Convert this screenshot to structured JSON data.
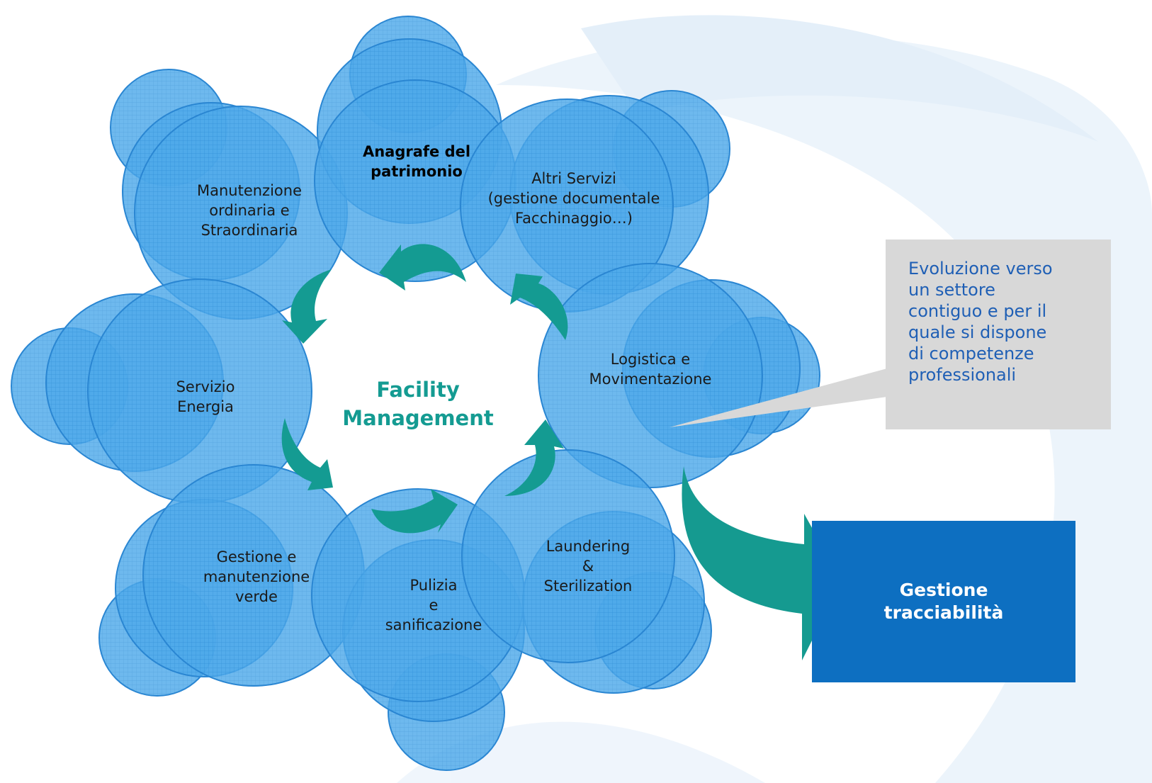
{
  "center": {
    "line1": "Facility",
    "line2": "Management"
  },
  "services": [
    {
      "id": "anagrafe",
      "lines": [
        "Anagrafe del",
        "patrimonio"
      ],
      "bold": true
    },
    {
      "id": "altri-servizi",
      "lines": [
        "Altri Servizi",
        "(gestione documentale",
        "Facchinaggio…)"
      ]
    },
    {
      "id": "logistica",
      "lines": [
        "Logistica e",
        "Movimentazione"
      ]
    },
    {
      "id": "laundering",
      "lines": [
        "Laundering",
        "&",
        "Sterilization"
      ]
    },
    {
      "id": "pulizia",
      "lines": [
        "Pulizia",
        "e",
        "sanificazione"
      ]
    },
    {
      "id": "verde",
      "lines": [
        "Gestione e",
        "manutenzione",
        "verde"
      ]
    },
    {
      "id": "energia",
      "lines": [
        "Servizio",
        "Energia"
      ]
    },
    {
      "id": "manutenzione",
      "lines": [
        "Manutenzione",
        "ordinaria e",
        "Straordinaria"
      ]
    }
  ],
  "callout": {
    "lines": [
      "Evoluzione verso",
      "un settore",
      "contiguo e per il",
      "quale si dispone",
      "di competenze",
      "professionali"
    ]
  },
  "target": {
    "line1": "Gestione",
    "line2": "tracciabilità"
  },
  "colors": {
    "bubble_fill": "#4aa8ea",
    "bubble_stroke": "#2a86d2",
    "arrow": "#149b92",
    "target_box": "#0d6fc1",
    "callout_bg": "#d8d8d8",
    "callout_text": "#1f5fb5",
    "background_swirl": "#e9f2fb"
  }
}
